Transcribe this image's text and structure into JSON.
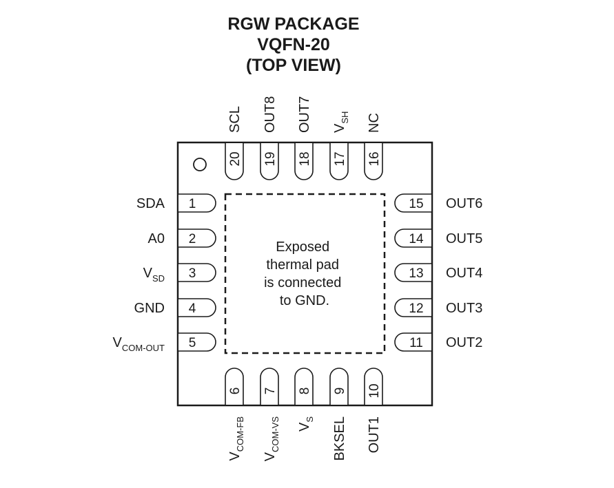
{
  "title": {
    "line1": "RGW PACKAGE",
    "line2": "VQFN-20",
    "line3": "(TOP VIEW)"
  },
  "thermal_pad": {
    "text_lines": [
      "Exposed",
      "thermal pad",
      "is connected",
      "to GND."
    ]
  },
  "pins": {
    "left": [
      {
        "num": "1",
        "label": "SDA",
        "sub": ""
      },
      {
        "num": "2",
        "label": "A0",
        "sub": ""
      },
      {
        "num": "3",
        "label": "V",
        "sub": "SD"
      },
      {
        "num": "4",
        "label": "GND",
        "sub": ""
      },
      {
        "num": "5",
        "label": "V",
        "sub": "COM-OUT"
      }
    ],
    "bottom": [
      {
        "num": "6",
        "label": "V",
        "sub": "COM-FB"
      },
      {
        "num": "7",
        "label": "V",
        "sub": "COM-VS"
      },
      {
        "num": "8",
        "label": "V",
        "sub": "S"
      },
      {
        "num": "9",
        "label": "BKSEL",
        "sub": ""
      },
      {
        "num": "10",
        "label": "OUT1",
        "sub": ""
      }
    ],
    "right": [
      {
        "num": "11",
        "label": "OUT2",
        "sub": ""
      },
      {
        "num": "12",
        "label": "OUT3",
        "sub": ""
      },
      {
        "num": "13",
        "label": "OUT4",
        "sub": ""
      },
      {
        "num": "14",
        "label": "OUT5",
        "sub": ""
      },
      {
        "num": "15",
        "label": "OUT6",
        "sub": ""
      }
    ],
    "top": [
      {
        "num": "16",
        "label": "NC",
        "sub": ""
      },
      {
        "num": "17",
        "label": "V",
        "sub": "SH"
      },
      {
        "num": "18",
        "label": "OUT7",
        "sub": ""
      },
      {
        "num": "19",
        "label": "OUT8",
        "sub": ""
      },
      {
        "num": "20",
        "label": "SCL",
        "sub": ""
      }
    ]
  }
}
